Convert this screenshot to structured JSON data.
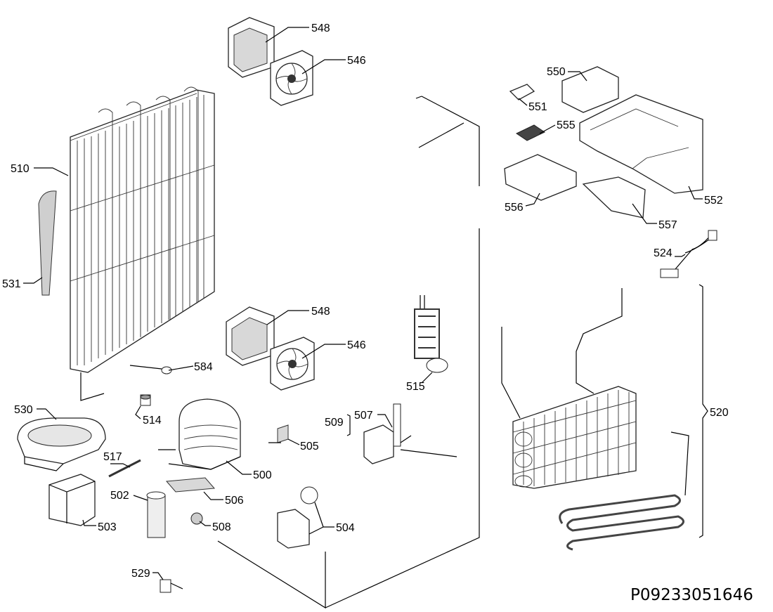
{
  "diagram": {
    "reference_code": "P09233051646",
    "labels": {
      "l548a": "548",
      "l546a": "546",
      "l510": "510",
      "l531": "531",
      "l550": "550",
      "l551": "551",
      "l555": "555",
      "l552": "552",
      "l556": "556",
      "l557": "557",
      "l524": "524",
      "l548b": "548",
      "l546b": "546",
      "l584": "584",
      "l515": "515",
      "l520": "520",
      "l530": "530",
      "l514": "514",
      "l509": "509",
      "l507": "507",
      "l505": "505",
      "l517": "517",
      "l500": "500",
      "l502": "502",
      "l506": "506",
      "l503": "503",
      "l508": "508",
      "l504": "504",
      "l529": "529"
    }
  }
}
